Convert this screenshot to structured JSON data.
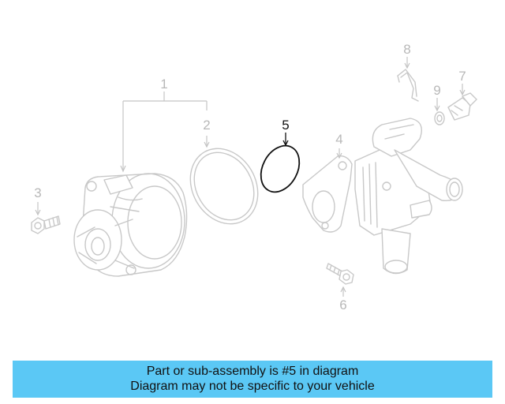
{
  "diagram": {
    "callouts": [
      {
        "number": "1",
        "part": "water-pump",
        "highlighted": false
      },
      {
        "number": "2",
        "part": "pump-gasket",
        "highlighted": false
      },
      {
        "number": "3",
        "part": "pump-bolt",
        "highlighted": false
      },
      {
        "number": "4",
        "part": "thermostat-housing",
        "highlighted": false
      },
      {
        "number": "5",
        "part": "o-ring",
        "highlighted": true
      },
      {
        "number": "6",
        "part": "housing-bolt",
        "highlighted": false
      },
      {
        "number": "7",
        "part": "temperature-sensor",
        "highlighted": false
      },
      {
        "number": "8",
        "part": "retaining-clip",
        "highlighted": false
      },
      {
        "number": "9",
        "part": "sensor-seal",
        "highlighted": false
      }
    ],
    "colors": {
      "faded": "#c8c8c8",
      "highlight": "#111111",
      "banner": "#5bc8f5"
    }
  },
  "banner": {
    "line1": "Part or sub-assembly is #5 in diagram",
    "line2": "Diagram may not be specific to your vehicle"
  }
}
